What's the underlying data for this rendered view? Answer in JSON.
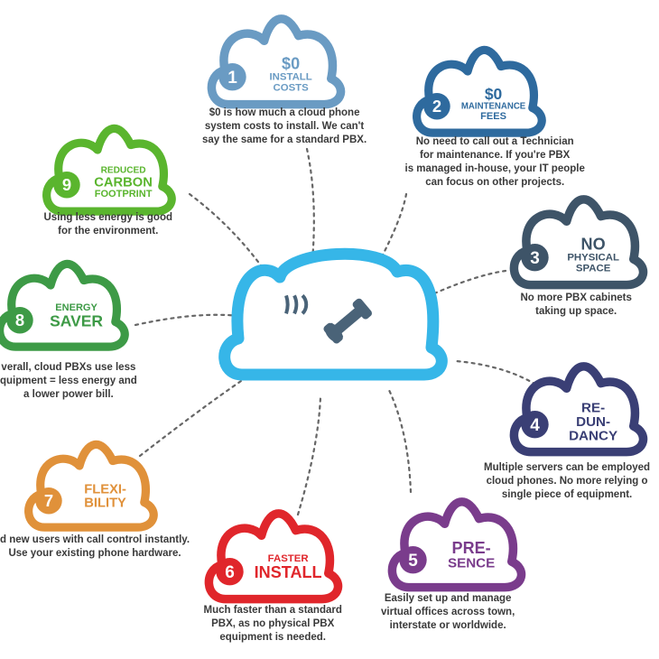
{
  "benefits": [
    {
      "num": "1",
      "lines": [
        "$0",
        "INSTALL",
        "COSTS"
      ],
      "color": "#6a9bc3",
      "desc": [
        "$0 is how much a cloud phone",
        "system costs to install. We can't",
        "say the same for a standard PBX."
      ]
    },
    {
      "num": "2",
      "lines": [
        "$0",
        "MAINTENANCE",
        "FEES"
      ],
      "color": "#2e6a9e",
      "desc": [
        "No need to call out a Technician",
        "for maintenance. If you're PBX",
        "is managed in-house, your IT people",
        "can focus on other projects."
      ]
    },
    {
      "num": "3",
      "lines": [
        "NO",
        "PHYSICAL",
        "SPACE"
      ],
      "color": "#3e5468",
      "desc": [
        "No more PBX cabinets",
        "taking up space."
      ]
    },
    {
      "num": "4",
      "lines": [
        "RE-",
        "DUN-",
        "DANCY"
      ],
      "color": "#3a3f75",
      "desc": [
        "Multiple servers can be employed",
        "cloud phones. No more relying o",
        "single piece of equipment."
      ]
    },
    {
      "num": "5",
      "lines": [
        "PRE-",
        "SENCE"
      ],
      "color": "#7a3c8c",
      "desc": [
        "Easily set up and manage",
        "virtual offices across town,",
        "interstate or worldwide."
      ]
    },
    {
      "num": "6",
      "lines": [
        "FASTER",
        "INSTALL"
      ],
      "color": "#e0262b",
      "desc": [
        "Much faster than a standard",
        "PBX, as no physical PBX",
        "equipment is needed."
      ]
    },
    {
      "num": "7",
      "lines": [
        "FLEXI-",
        "BILITY"
      ],
      "color": "#e0913a",
      "desc": [
        "d new users with call control instantly.",
        "Use your existing phone hardware."
      ]
    },
    {
      "num": "8",
      "lines": [
        "ENERGY",
        "SAVER"
      ],
      "color": "#3d9a46",
      "desc": [
        "verall, cloud PBXs use less",
        "quipment = less energy and",
        "a lower power bill."
      ]
    },
    {
      "num": "9",
      "lines": [
        "REDUCED",
        "CARBON",
        "FOOTPRINT"
      ],
      "color": "#5ab52e",
      "desc": [
        "Using less energy is good",
        "for the environment."
      ]
    }
  ],
  "center": {
    "color": "#36b6e8",
    "icon": "phone-icon"
  }
}
